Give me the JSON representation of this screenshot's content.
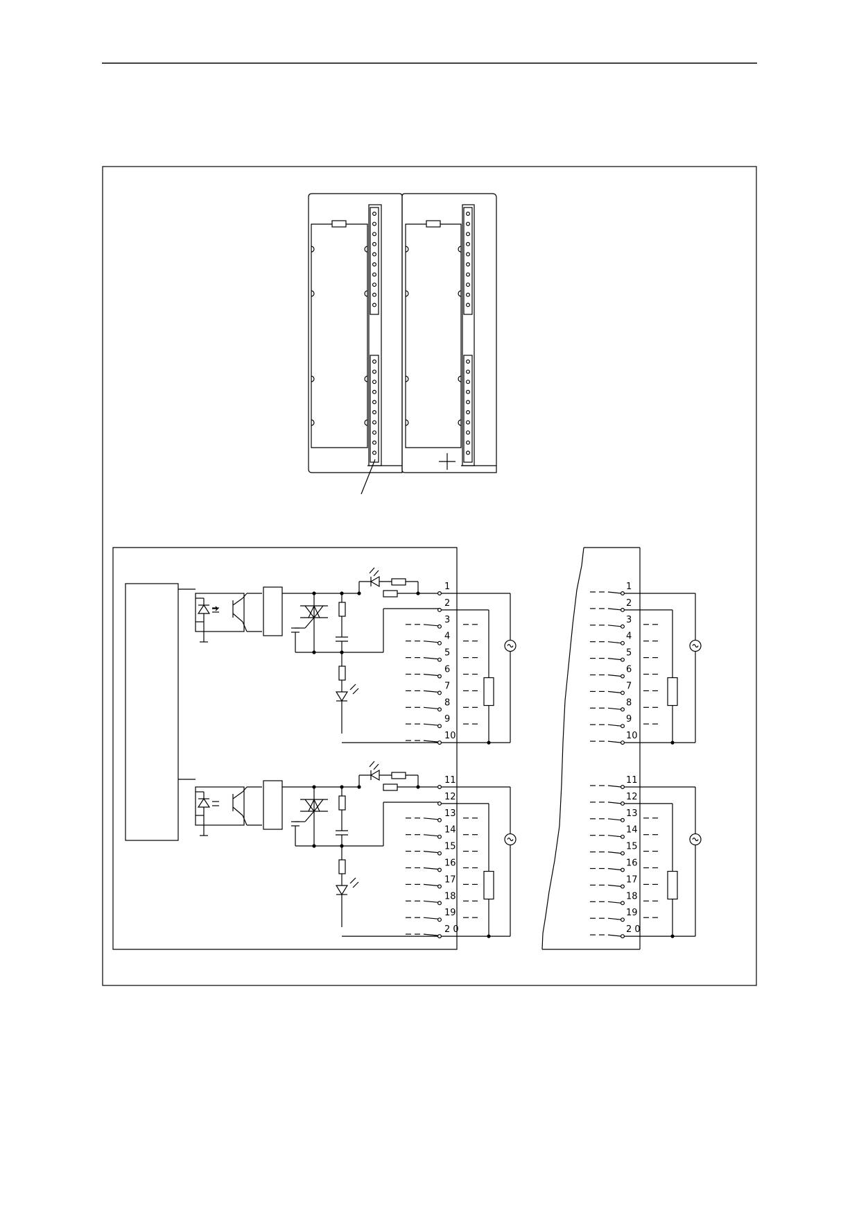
{
  "terminals": {
    "upper": [
      "1",
      "2",
      "3",
      "4",
      "5",
      "6",
      "7",
      "8",
      "9",
      "10"
    ],
    "lower": [
      "11",
      "12",
      "13",
      "14",
      "15",
      "16",
      "17",
      "18",
      "19",
      "2 0"
    ]
  },
  "icons": [
    "optocoupler-icon",
    "triac-icon",
    "led-icon",
    "resistor-icon",
    "capacitor-icon",
    "ac-source-icon",
    "load-icon",
    "terminal-strip-icon"
  ]
}
